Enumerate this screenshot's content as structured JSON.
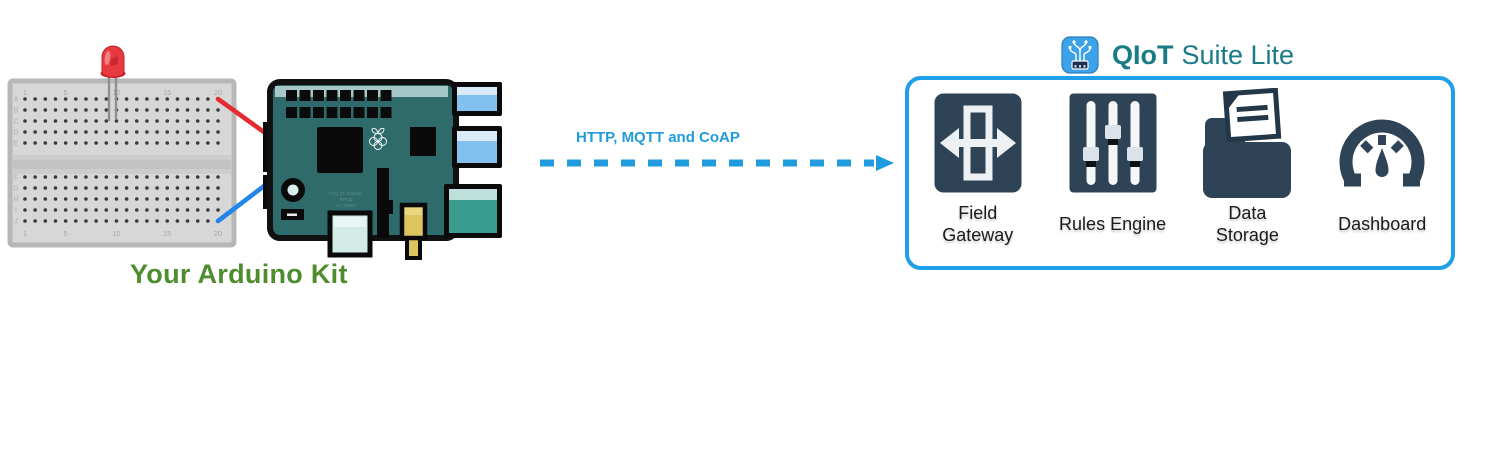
{
  "kit": {
    "caption": "Your Arduino Kit",
    "breadboard": {
      "column_numbers": [
        "1",
        "5",
        "10",
        "15",
        "20"
      ],
      "row_letters_top": [
        "A",
        "B",
        "C",
        "D",
        "E"
      ],
      "row_letters_bottom": [
        "F",
        "G",
        "H",
        "I",
        "J"
      ]
    },
    "pi_markings": [
      "FCC ID: 2ABCB-",
      "RPI32",
      "IC: 20953"
    ]
  },
  "arrow": {
    "label": "HTTP, MQTT and CoAP"
  },
  "title": {
    "bold": "QIoT",
    "rest": "Suite Lite",
    "icon": "qiot-app-icon"
  },
  "suite": {
    "items": [
      {
        "icon": "field-gateway-icon",
        "line1": "Field",
        "line2": "Gateway"
      },
      {
        "icon": "rules-engine-icon",
        "line1": "Rules Engine",
        "line2": ""
      },
      {
        "icon": "data-storage-icon",
        "line1": "Data",
        "line2": "Storage"
      },
      {
        "icon": "dashboard-icon",
        "line1": "Dashboard",
        "line2": ""
      }
    ]
  },
  "colors": {
    "accent_blue": "#209BDD",
    "panel_border": "#1E9FE8",
    "title_teal": "#197B86",
    "icon_slate": "#2E4456",
    "kit_green": "#4E8C2E",
    "wire_red": "#E52B30",
    "wire_blue": "#2285E8",
    "board_teal": "#2F6B6B",
    "usb_blue": "#82C0EF",
    "ethernet_teal": "#3A9B90",
    "led_red": "#E63A40"
  }
}
